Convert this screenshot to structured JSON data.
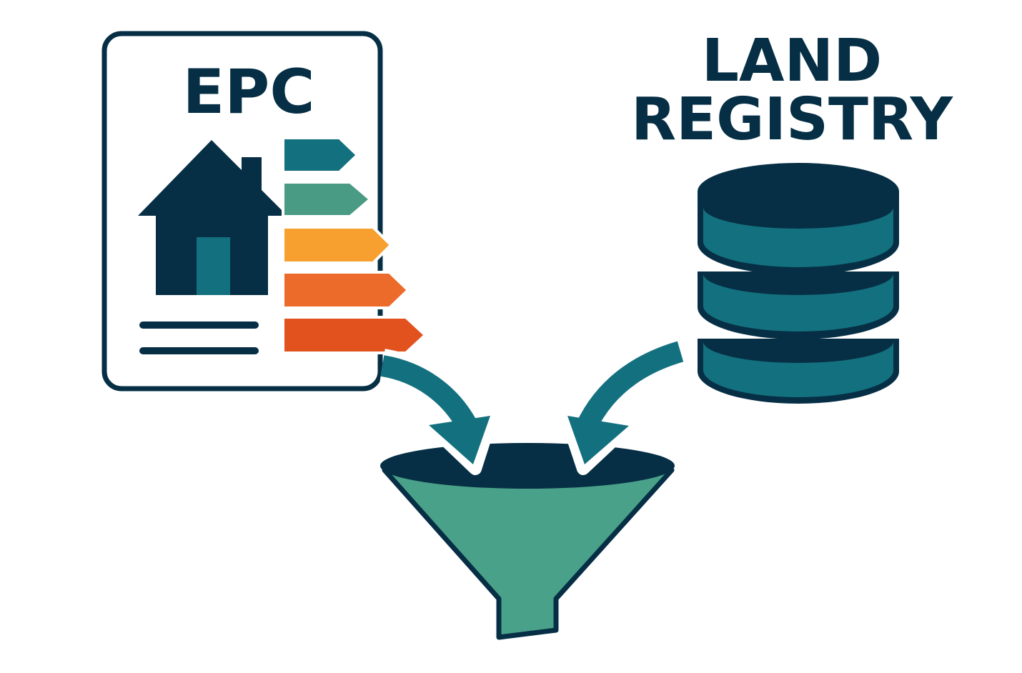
{
  "labels": {
    "epc": "EPC",
    "land_line1": "LAND",
    "land_line2": "REGISTRY"
  },
  "colors": {
    "navy": "#062f45",
    "teal": "#13707f",
    "green": "#4a9b84",
    "funnel_green": "#4aa189",
    "orange_light": "#f7a030",
    "orange": "#ec6b2a",
    "orange_red": "#e2521f",
    "white": "#ffffff"
  },
  "icons": {
    "document": "epc-document-icon",
    "house": "house-icon",
    "energy_bars": "energy-rating-bars",
    "database": "database-icon",
    "funnel": "funnel-icon",
    "arrows": "curved-arrow-icon"
  },
  "energy_rating_bars": [
    {
      "color": "#13707f"
    },
    {
      "color": "#4a9b84"
    },
    {
      "color": "#f7a030"
    },
    {
      "color": "#ec6b2a"
    },
    {
      "color": "#e2521f"
    }
  ]
}
